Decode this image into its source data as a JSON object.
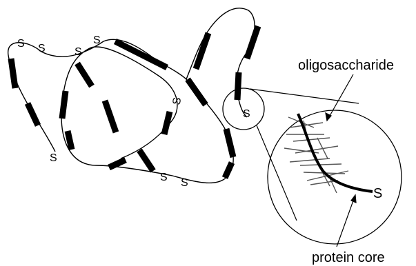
{
  "labels": {
    "oligosaccharide": "oligosaccharide",
    "protein_core": "protein core",
    "sulfur": "S"
  },
  "colors": {
    "stroke": "#000000",
    "background": "#ffffff",
    "chain_lines": "#555555"
  }
}
